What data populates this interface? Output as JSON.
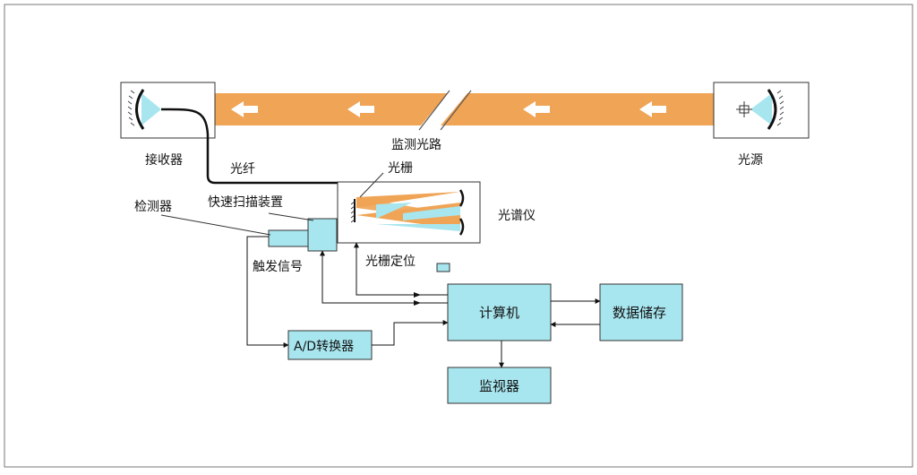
{
  "labels": {
    "receiver": "接收器",
    "source": "光源",
    "monitor_path": "监测光路",
    "fiber": "光纤",
    "grating": "光栅",
    "detector": "检测器",
    "fast_scan": "快速扫描装置",
    "spectrometer": "光谱仪",
    "trigger": "触发信号",
    "grating_position": "光栅定位",
    "computer": "计算机",
    "storage": "数据储存",
    "ad_converter": "A/D转换器",
    "display": "监视器"
  },
  "colors": {
    "beam": "#f0a455",
    "box_fill": "#a8e6ef",
    "box_stroke": "#333333",
    "arrow_white": "#ffffff"
  }
}
